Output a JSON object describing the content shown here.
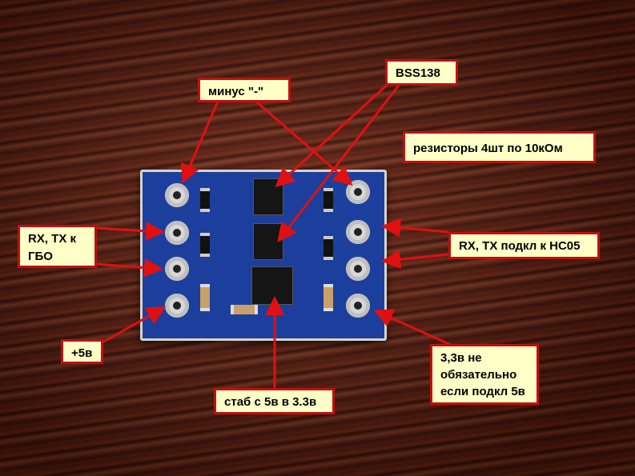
{
  "labels": {
    "minus": "минус \"-\"",
    "bss138": "BSS138",
    "resistors": "резисторы 4шт по 10кОм",
    "rx_tx_gbo": "RX, TX к ГБО",
    "rx_tx_hc05": "RX, TX подкл к HC05",
    "plus5": "+5в",
    "stab": "стаб с 5в в 3.3в",
    "v33": "3,3в не обязательно если подкл 5в"
  },
  "colors": {
    "arrow": "#e01010",
    "pcb": "#1c3f9e",
    "label_bg": "#ffffc8"
  }
}
